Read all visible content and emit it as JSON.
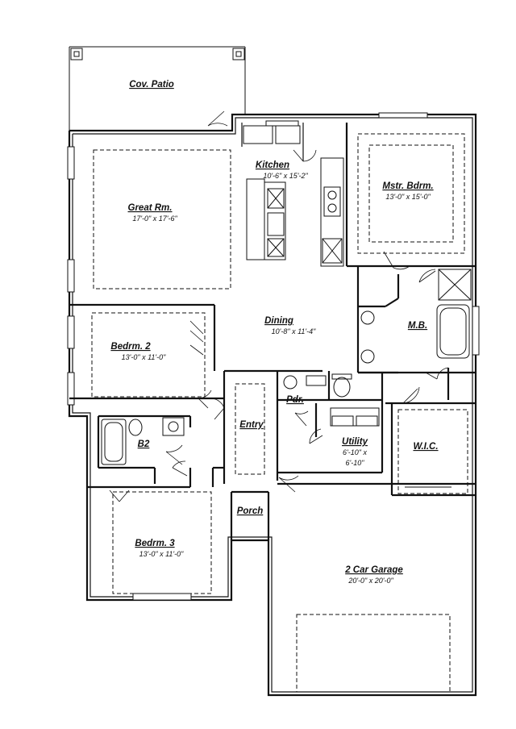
{
  "rooms": [
    {
      "id": "cov-patio",
      "name": "Cov. Patio",
      "dims": ""
    },
    {
      "id": "kitchen",
      "name": "Kitchen",
      "dims": "10'-6\" x 15'-2\""
    },
    {
      "id": "great-room",
      "name": "Great Rm.",
      "dims": "17'-0\" x 17'-6\""
    },
    {
      "id": "master-bedroom",
      "name": "Mstr. Bdrm.",
      "dims": "13'-0\" x 15'-0\""
    },
    {
      "id": "dining",
      "name": "Dining",
      "dims": "10'-8\" x 11'-4\""
    },
    {
      "id": "bedroom-2",
      "name": "Bedrm. 2",
      "dims": "13'-0\" x 11'-0\""
    },
    {
      "id": "master-bath",
      "name": "M.B.",
      "dims": ""
    },
    {
      "id": "powder",
      "name": "Pdr.",
      "dims": ""
    },
    {
      "id": "entry",
      "name": "Entry",
      "dims": ""
    },
    {
      "id": "bath-2",
      "name": "B2",
      "dims": ""
    },
    {
      "id": "utility",
      "name": "Utility",
      "dims": "6'-10\" x\n6'-10\""
    },
    {
      "id": "wic",
      "name": "W.I.C.",
      "dims": ""
    },
    {
      "id": "porch",
      "name": "Porch",
      "dims": ""
    },
    {
      "id": "bedroom-3",
      "name": "Bedrm. 3",
      "dims": "13'-0\" x 11'-0\""
    },
    {
      "id": "garage",
      "name": "2 Car Garage",
      "dims": "20'-0\" x 20'-0\""
    }
  ]
}
